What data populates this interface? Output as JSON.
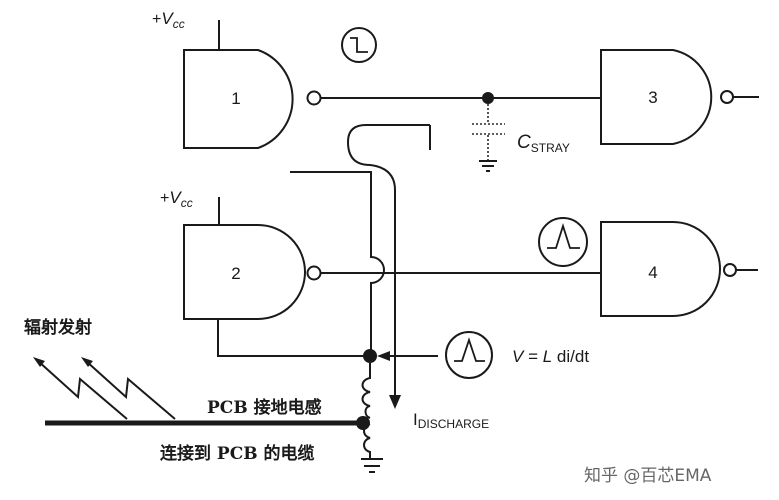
{
  "diagram": {
    "gates": [
      {
        "id": "1",
        "type": "NAND"
      },
      {
        "id": "2",
        "type": "NAND"
      },
      {
        "id": "3",
        "type": "NAND"
      },
      {
        "id": "4",
        "type": "NAND"
      }
    ],
    "supply_labels": {
      "prefix": "+",
      "symbol": "V",
      "subscript": "cc"
    },
    "stray_cap": {
      "symbol": "C",
      "subscript": "STRAY"
    },
    "discharge": {
      "symbol": "I",
      "subscript": "DISCHARGE"
    },
    "equation": {
      "v": "V",
      "eq": " = ",
      "l": "L",
      "rest": " di/dt"
    },
    "signals": {
      "gate1_output": "falling-edge-step",
      "gate4_input": "glitch-pulse",
      "ground_bounce": "glitch-pulse"
    },
    "annotations": {
      "radiation": "辐射发射",
      "pcb_ground_inductance": "PCB  接地电感",
      "cable_to_pcb": "连接到  PCB  的电缆"
    },
    "watermark": "知乎 @百芯EMA",
    "colors": {
      "line": "#1a1a1a",
      "background": "#ffffff"
    }
  }
}
